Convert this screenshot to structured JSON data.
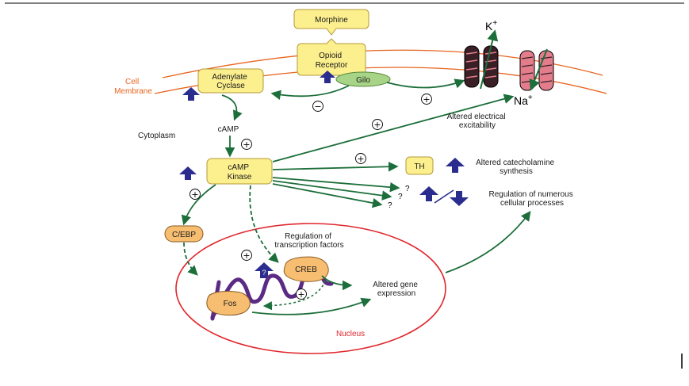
{
  "labels": {
    "morphine": "Morphine",
    "opioid_receptor": [
      "Opioid",
      "Receptor"
    ],
    "gilo": "Gilo",
    "adenylate_cyclase": [
      "Adenylate",
      "Cyclase"
    ],
    "cell_membrane": [
      "Cell",
      "Membrane"
    ],
    "k_ion": "K",
    "k_sup": "+",
    "na_ion": "Na",
    "na_sup": "+",
    "camp": "cAMP",
    "cytoplasm": "Cytoplasm",
    "camp_kinase": [
      "cAMP",
      "Kinase"
    ],
    "altered_excitability": [
      "Altered electrical",
      "excitability"
    ],
    "th": "TH",
    "altered_catecholamine": [
      "Altered catecholamine",
      "synthesis"
    ],
    "regulation_numerous": [
      "Regulation of numerous",
      "cellular processes"
    ],
    "cebp": "C/EBP",
    "regulation_tf": [
      "Regulation of",
      "transcription factors"
    ],
    "creb": "CREB",
    "fos": "Fos",
    "altered_gene": [
      "Altered gene",
      "expression"
    ],
    "nucleus": "Nucleus",
    "plus_sign": "+",
    "minus_sign": "−",
    "question": "?"
  },
  "colors": {
    "membrane": "#e8641e",
    "box_fill": "#fcef8e",
    "box_stroke": "#b59a3a",
    "arrow_green": "#1c6e3a",
    "up_arrow_blue": "#2b2d8e",
    "gilo_fill": "#a8d488",
    "orange_protein": "#f7be72",
    "nucleus_stroke": "#e0262c",
    "dna": "#5b2a84",
    "k_channel": "#3a1f26",
    "na_channel": "#e37d8c"
  }
}
